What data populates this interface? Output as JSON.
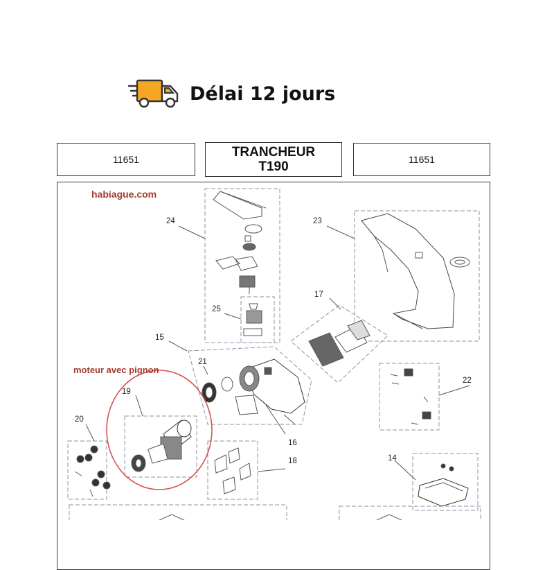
{
  "banner": {
    "text": "Délai 12 jours",
    "icon": "delivery-truck-icon",
    "accent_color": "#f5a623"
  },
  "header": {
    "left_code": "11651",
    "title_line1": "TRANCHEUR",
    "title_line2": "T190",
    "right_code": "11651"
  },
  "diagram": {
    "brand": "habiague.com",
    "motor_note": "moteur avec pignon",
    "highlight_color": "#d9534f",
    "parts": [
      {
        "id": "p24",
        "label": "24"
      },
      {
        "id": "p23",
        "label": "23"
      },
      {
        "id": "p25",
        "label": "25"
      },
      {
        "id": "p17",
        "label": "17"
      },
      {
        "id": "p15",
        "label": "15"
      },
      {
        "id": "p21",
        "label": "21"
      },
      {
        "id": "p22",
        "label": "22"
      },
      {
        "id": "p19",
        "label": "19"
      },
      {
        "id": "p20",
        "label": "20"
      },
      {
        "id": "p16",
        "label": "16"
      },
      {
        "id": "p18",
        "label": "18"
      },
      {
        "id": "p14",
        "label": "14"
      }
    ]
  }
}
